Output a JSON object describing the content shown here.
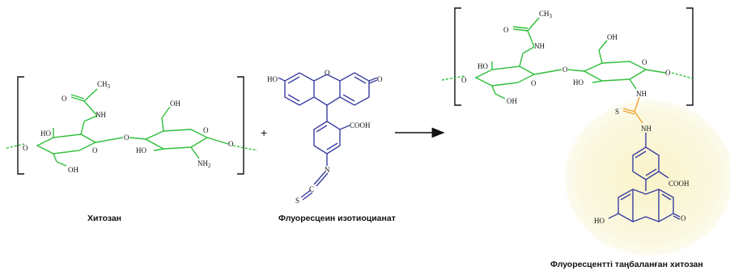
{
  "molecules": {
    "chitosan": {
      "caption": "Хитозан",
      "labels": {
        "ch3": "CH",
        "ch3_sub": "3",
        "o_carbonyl": "O",
        "nh": "N",
        "nh_h": "H",
        "ho1": "HO",
        "ho2": "HO",
        "oh_top": "OH",
        "oh_bottom": "OH",
        "nh2": "NH",
        "nh2_sub": "2",
        "ring_o1": "O",
        "ring_o2": "O",
        "link_o": "O",
        "end_o_left": "O",
        "end_o_right": "O"
      }
    },
    "fitc": {
      "caption": "Флуоресцеин изотиоцианат",
      "labels": {
        "ho": "HO",
        "o_bridge": "O",
        "o_ketone": "O",
        "cooh": "COOH",
        "n": "N",
        "c": "C",
        "s": "S"
      }
    },
    "product": {
      "caption": "Флуоресцентті таңбаланған хитозан",
      "labels": {
        "ch3": "CH",
        "ch3_sub": "3",
        "o_carbonyl": "O",
        "nh_top": "N",
        "nh_top_h": "H",
        "ho1": "HO",
        "ho2": "HO",
        "oh_top": "OH",
        "oh_bottom": "OH",
        "nh_link": "NH",
        "s": "S",
        "nh_thio": "NH",
        "cooh": "COOH",
        "ho_x": "HO",
        "o_ketone": "O",
        "ring_o1": "O",
        "ring_o2": "O",
        "link_o": "O",
        "end_o_left": "O",
        "end_o_right": "O"
      }
    }
  },
  "plus_sign": "+",
  "colors": {
    "chitosan_bond": "#2fbf3a",
    "fitc_bond": "#3b3fa0",
    "linker_bond": "#f0a030",
    "highlight_bg": "#fbf8dc",
    "text": "#111111"
  }
}
